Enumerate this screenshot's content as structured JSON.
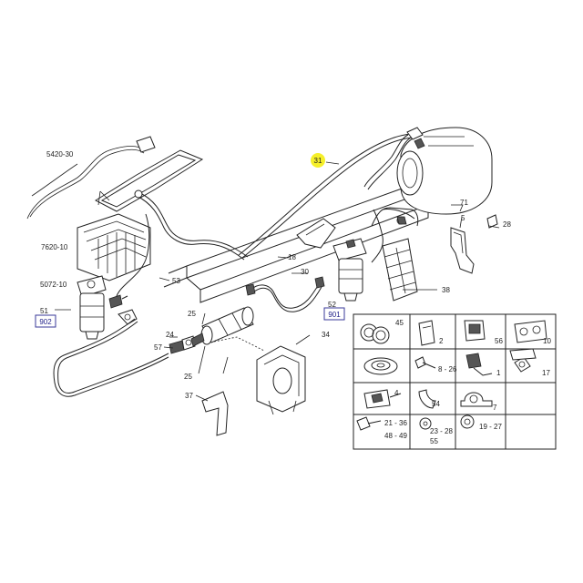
{
  "highlight_color": "#f5ef2a",
  "link_box_color": "#3a3a9a",
  "callouts": {
    "c5420_30": "5420-30",
    "c7620_10": "7620-10",
    "c5072_10": "5072-10",
    "c51": "51",
    "c902": "902",
    "c31": "31",
    "c71": "71",
    "c5": "5",
    "c28": "28",
    "c53": "53",
    "c18": "18",
    "c30": "30",
    "c52": "52",
    "c901": "901",
    "c38": "38",
    "c25a": "25",
    "c25b": "25",
    "c24": "24",
    "c57": "57",
    "c34": "34",
    "c37": "37"
  },
  "kit": {
    "k45": "45",
    "k2": "2",
    "k56": "56",
    "k10": "10",
    "k8_26": "8 - 26",
    "k1": "1",
    "k17": "17",
    "k4": "4",
    "k54": "54",
    "k7": "7",
    "k21_36": "21 - 36",
    "k48_49": "48 - 49",
    "k23_28": "23 - 28",
    "k55": "55",
    "k19_27": "19 - 27"
  }
}
